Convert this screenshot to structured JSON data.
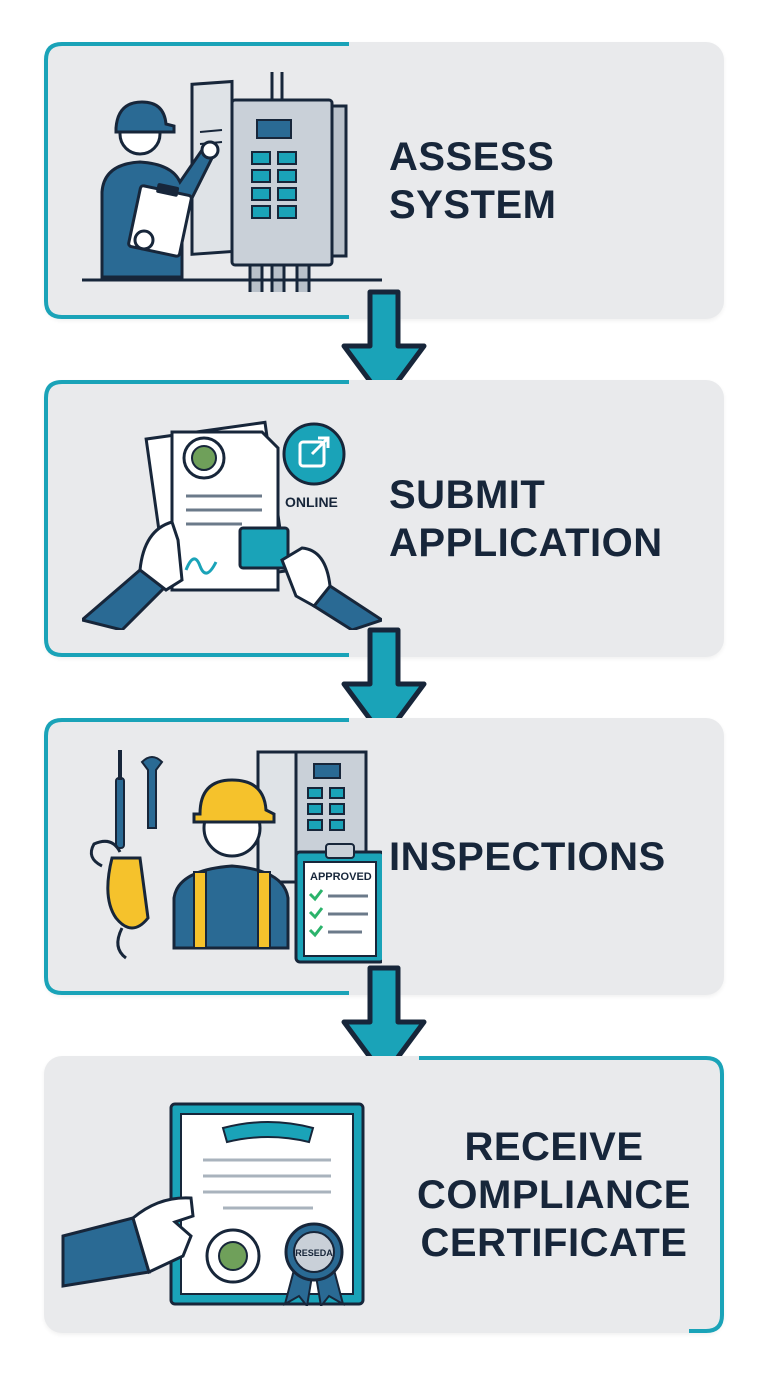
{
  "steps": [
    {
      "id": "assess",
      "lines": [
        "ASSESS",
        "SYSTEM"
      ]
    },
    {
      "id": "submit",
      "lines": [
        "SUBMIT",
        "APPLICATION"
      ],
      "badge": "ONLINE"
    },
    {
      "id": "inspections",
      "lines": [
        "INSPECTIONS"
      ],
      "badge": "APPROVED"
    },
    {
      "id": "receive",
      "lines": [
        "RECEIVE",
        "COMPLIANCE",
        "CERTIFICATE"
      ],
      "badge": "RESEDA"
    }
  ],
  "colors": {
    "accent": "#1aa3b8",
    "dark": "#17263a",
    "blue": "#2a6a94",
    "card": "#e9eaec",
    "hardhat": "#f5c22c",
    "check": "#2bb36b"
  },
  "icons": [
    "electrician-icon",
    "electrical-panel-icon",
    "clipboard-icon",
    "application-document-icon",
    "external-link-icon",
    "signature-icon",
    "inspector-icon",
    "tools-icon",
    "approved-checklist-icon",
    "certificate-icon",
    "seal-icon",
    "ribbon-icon",
    "down-arrow-icon"
  ]
}
